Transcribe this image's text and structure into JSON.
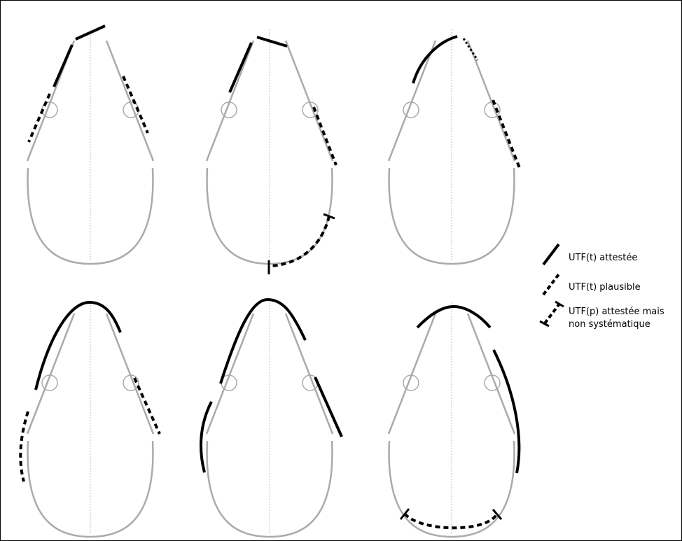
{
  "colors": {
    "outline": "#aaaaaa",
    "midline": "#bbbbbb",
    "mark": "#000000",
    "background": "#ffffff"
  },
  "legend": {
    "attested_label": "UTF(t) attestée",
    "plausible_label": "UTF(t) plausible",
    "partial_label_line1": "UTF(p) attestée mais",
    "partial_label_line2": "non systématique"
  }
}
